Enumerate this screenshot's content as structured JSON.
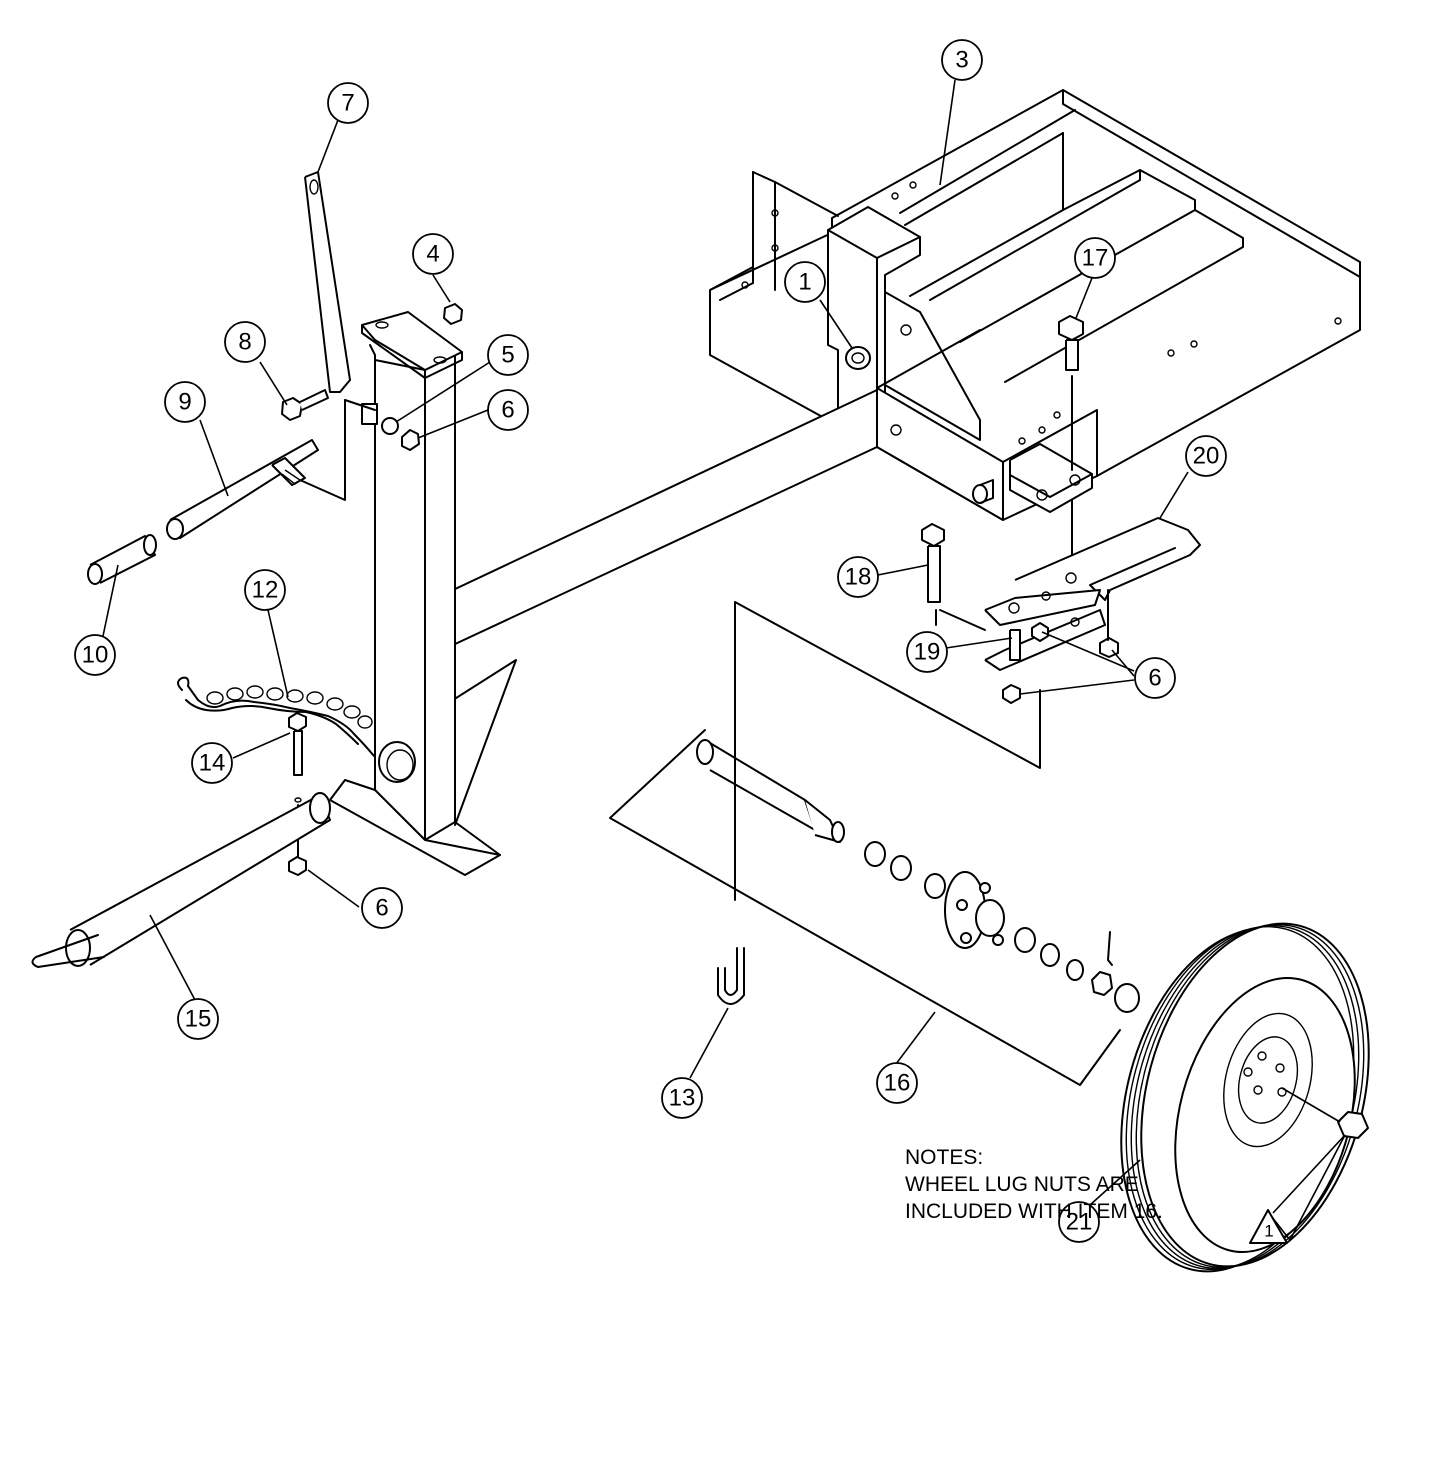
{
  "callouts": [
    {
      "id": "c1",
      "label": "1"
    },
    {
      "id": "c3",
      "label": "3"
    },
    {
      "id": "c4",
      "label": "4"
    },
    {
      "id": "c5",
      "label": "5"
    },
    {
      "id": "c6a",
      "label": "6"
    },
    {
      "id": "c6b",
      "label": "6"
    },
    {
      "id": "c6c",
      "label": "6"
    },
    {
      "id": "c7",
      "label": "7"
    },
    {
      "id": "c8",
      "label": "8"
    },
    {
      "id": "c9",
      "label": "9"
    },
    {
      "id": "c10",
      "label": "10"
    },
    {
      "id": "c12",
      "label": "12"
    },
    {
      "id": "c13",
      "label": "13"
    },
    {
      "id": "c14",
      "label": "14"
    },
    {
      "id": "c15",
      "label": "15"
    },
    {
      "id": "c16",
      "label": "16"
    },
    {
      "id": "c17",
      "label": "17"
    },
    {
      "id": "c18",
      "label": "18"
    },
    {
      "id": "c19",
      "label": "19"
    },
    {
      "id": "c20",
      "label": "20"
    },
    {
      "id": "c21",
      "label": "21"
    }
  ],
  "note_flag": "1",
  "notes": {
    "heading": "NOTES:",
    "flag": "1",
    "line1": "WHEEL LUG NUTS ARE",
    "line2": "INCLUDED WITH ITEM 16."
  }
}
